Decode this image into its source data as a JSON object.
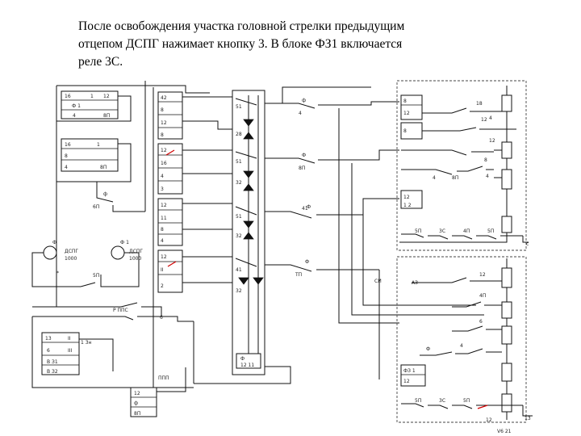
{
  "slide": {
    "text_lines": [
      "После освобождения участка головной стрелки предыдущим",
      "отцепом ДСПГ нажимает кнопку 3. В блоке ФЗ1 включается",
      "реле 3С."
    ]
  },
  "diagram": {
    "labels": {
      "f1": "Ф 1",
      "f_left": "Ф",
      "f_right": "Ф 1",
      "dsp_left": "ДСПГ",
      "dsp_right": "ДСПГ",
      "pull_label": "Р ППС",
      "ppp": "ППП",
      "fz1": "ФЗ 1",
      "vz1": "В З1",
      "vz2": "В З2",
      "corner": "V6  21"
    },
    "colors": {
      "ink": "#111111",
      "highlight": "#d10000"
    }
  }
}
